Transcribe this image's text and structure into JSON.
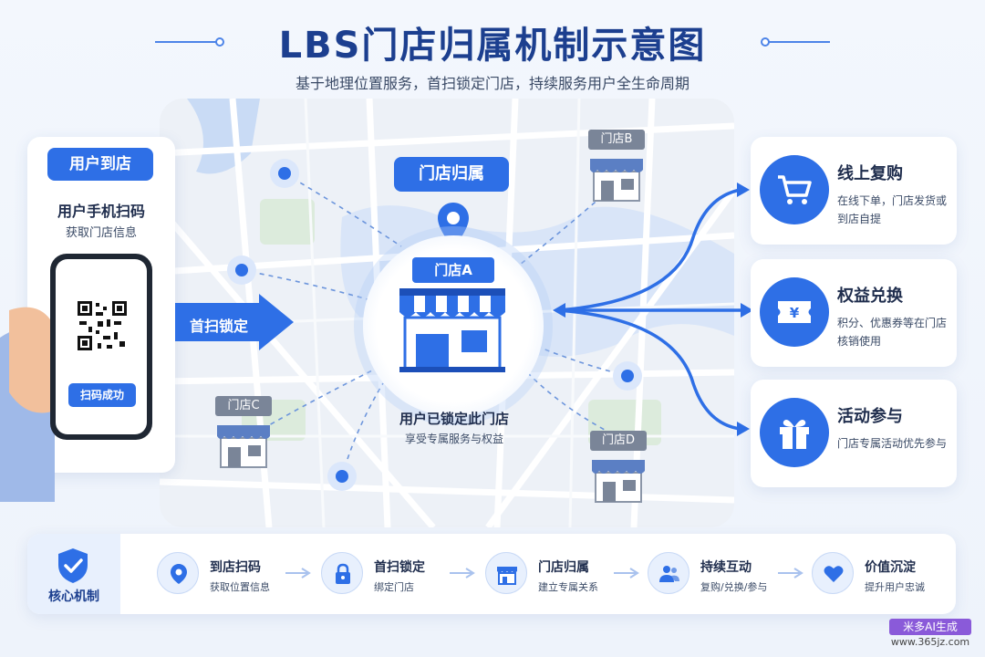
{
  "header": {
    "title": "LBS门店归属机制示意图",
    "subtitle": "基于地理位置服务，首扫锁定门店，持续服务用户全生命周期"
  },
  "left_panel": {
    "pill": "用户到店",
    "title": "用户手机扫码",
    "subtitle": "获取门店信息",
    "scan_button": "扫码成功"
  },
  "arrow_label": "首扫锁定",
  "center": {
    "pill": "门店归属",
    "store_tag": "门店A",
    "caption": "用户已锁定此门店",
    "sub": "享受专属服务与权益"
  },
  "other_stores": [
    "门店B",
    "门店C",
    "门店D"
  ],
  "right_cards": [
    {
      "title": "线上复购",
      "desc": "在线下单，门店发货或到店自提",
      "icon": "cart-icon"
    },
    {
      "title": "权益兑换",
      "desc": "积分、优惠券等在门店核销使用",
      "icon": "ticket-icon"
    },
    {
      "title": "活动参与",
      "desc": "门店专属活动优先参与",
      "icon": "gift-icon"
    }
  ],
  "core": {
    "label": "核心机制",
    "steps": [
      {
        "title": "到店扫码",
        "desc": "获取位置信息",
        "icon": "location-pin-icon"
      },
      {
        "title": "首扫锁定",
        "desc": "绑定门店",
        "icon": "lock-icon"
      },
      {
        "title": "门店归属",
        "desc": "建立专属关系",
        "icon": "store-icon"
      },
      {
        "title": "持续互动",
        "desc": "复购/兑换/参与",
        "icon": "users-icon"
      },
      {
        "title": "价值沉淀",
        "desc": "提升用户忠诚",
        "icon": "heart-icon"
      }
    ]
  },
  "watermark": {
    "line1": "米多AI生成",
    "line2": "www.365jz.com"
  },
  "colors": {
    "primary": "#2e6fe6",
    "title": "#1c3f8f",
    "background": "#f3f7fd"
  }
}
